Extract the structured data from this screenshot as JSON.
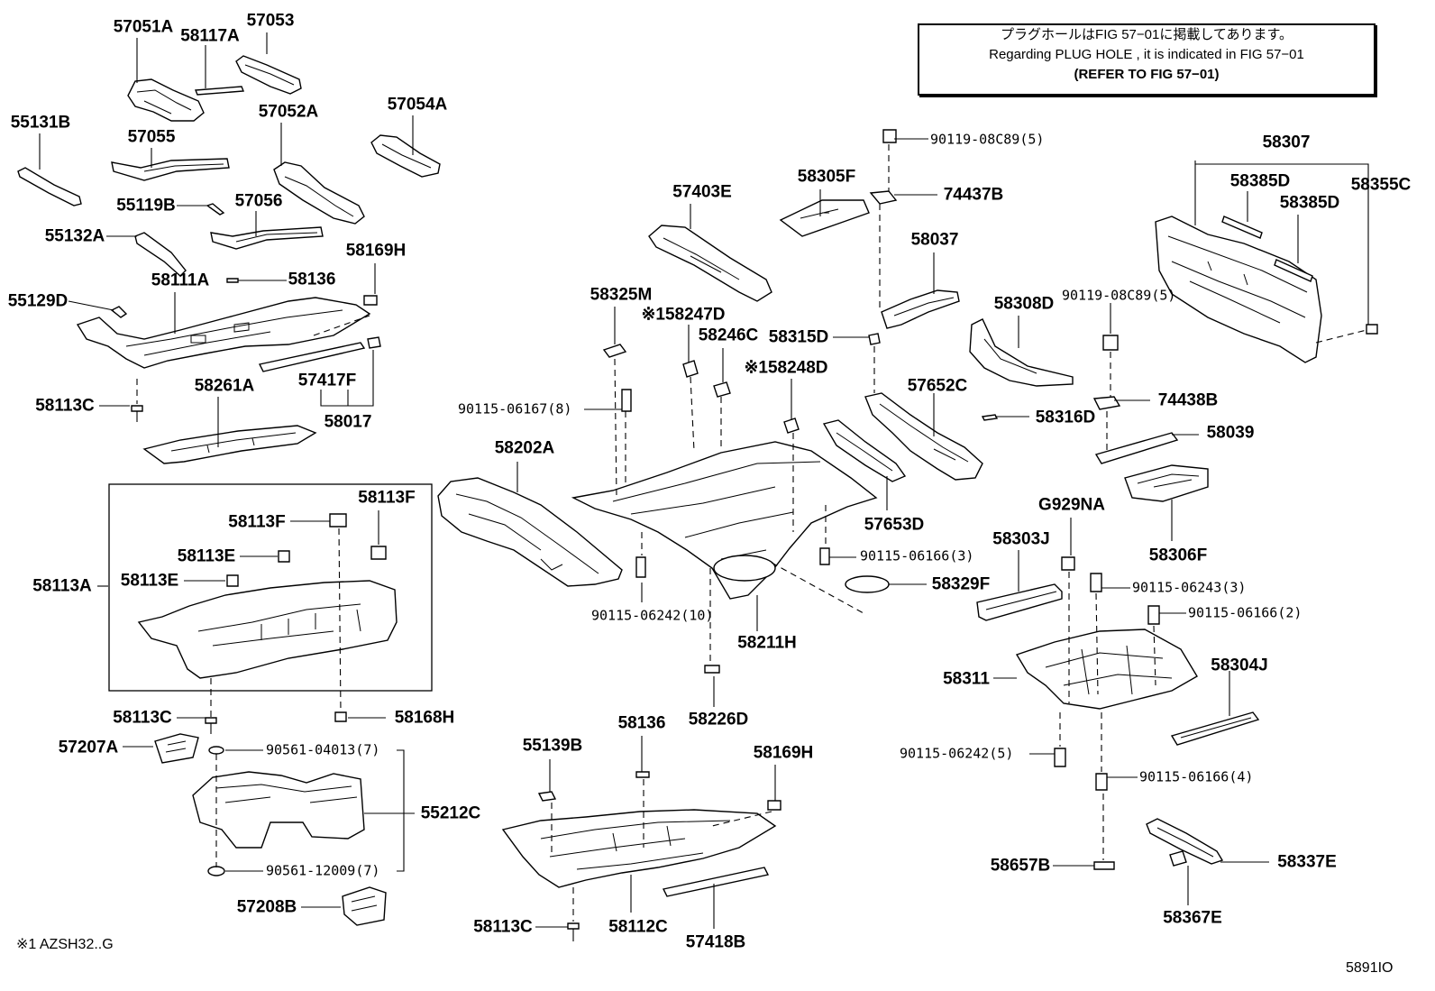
{
  "notice": {
    "line1": "プラグホールはFIG 57−01に掲載してあります。",
    "line2": "Regarding PLUG HOLE , it is indicated in FIG 57−01",
    "line3": "(REFER TO FIG 57−01)"
  },
  "footnote": "※1 AZSH32..G",
  "figure_id": "5891IO",
  "labels": {
    "p57051A": "57051A",
    "p58117A": "58117A",
    "p57053": "57053",
    "p55131B": "55131B",
    "p57055": "57055",
    "p57052A": "57052A",
    "p57054A": "57054A",
    "p55119B": "55119B",
    "p57056": "57056",
    "p55132A": "55132A",
    "p58169H_a": "58169H",
    "p55129D": "55129D",
    "p58111A": "58111A",
    "p58136_a": "58136",
    "p58113C_a": "58113C",
    "p58261A": "58261A",
    "p57417F": "57417F",
    "p58017": "58017",
    "p58113F_a": "58113F",
    "p58113F_b": "58113F",
    "p58113E_a": "58113E",
    "p58113E_b": "58113E",
    "p58113A": "58113A",
    "p58113C_b": "58113C",
    "p58168H": "58168H",
    "p57207A": "57207A",
    "p55212C": "55212C",
    "p57208B": "57208B",
    "p58202A": "58202A",
    "p57403E": "57403E",
    "p58325M": "58325M",
    "p58247D": "※158247D",
    "p58246C": "58246C",
    "p58248D": "※158248D",
    "p58211H": "58211H",
    "p58226D": "58226D",
    "p58305F": "58305F",
    "p74437B": "74437B",
    "p58037": "58037",
    "p58315D": "58315D",
    "p58308D": "58308D",
    "p57652C": "57652C",
    "p58316D": "58316D",
    "p57653D": "57653D",
    "p58329F": "58329F",
    "p58307": "58307",
    "p58385D_a": "58385D",
    "p58385D_b": "58385D",
    "p58355C": "58355C",
    "p74438B": "74438B",
    "p58039": "58039",
    "p58306F": "58306F",
    "pG929NA": "G929NA",
    "p58303J": "58303J",
    "p58311": "58311",
    "p58304J": "58304J",
    "p58657B": "58657B",
    "p58337E": "58337E",
    "p58367E": "58367E",
    "p55139B": "55139B",
    "p58136_b": "58136",
    "p58169H_b": "58169H",
    "p58113C_c": "58113C",
    "p58112C": "58112C",
    "p57418B": "57418B"
  },
  "fasteners": {
    "f1": "90119-08C89(5)",
    "f2": "90119-08C89(5)",
    "f3": "90115-06167(8)",
    "f4": "90115-06166(3)",
    "f5": "90115-06242(10)",
    "f6": "90115-06243(3)",
    "f7": "90115-06166(2)",
    "f8": "90115-06242(5)",
    "f9": "90115-06166(4)",
    "f10": "90561-04013(7)",
    "f11": "90561-12009(7)"
  }
}
